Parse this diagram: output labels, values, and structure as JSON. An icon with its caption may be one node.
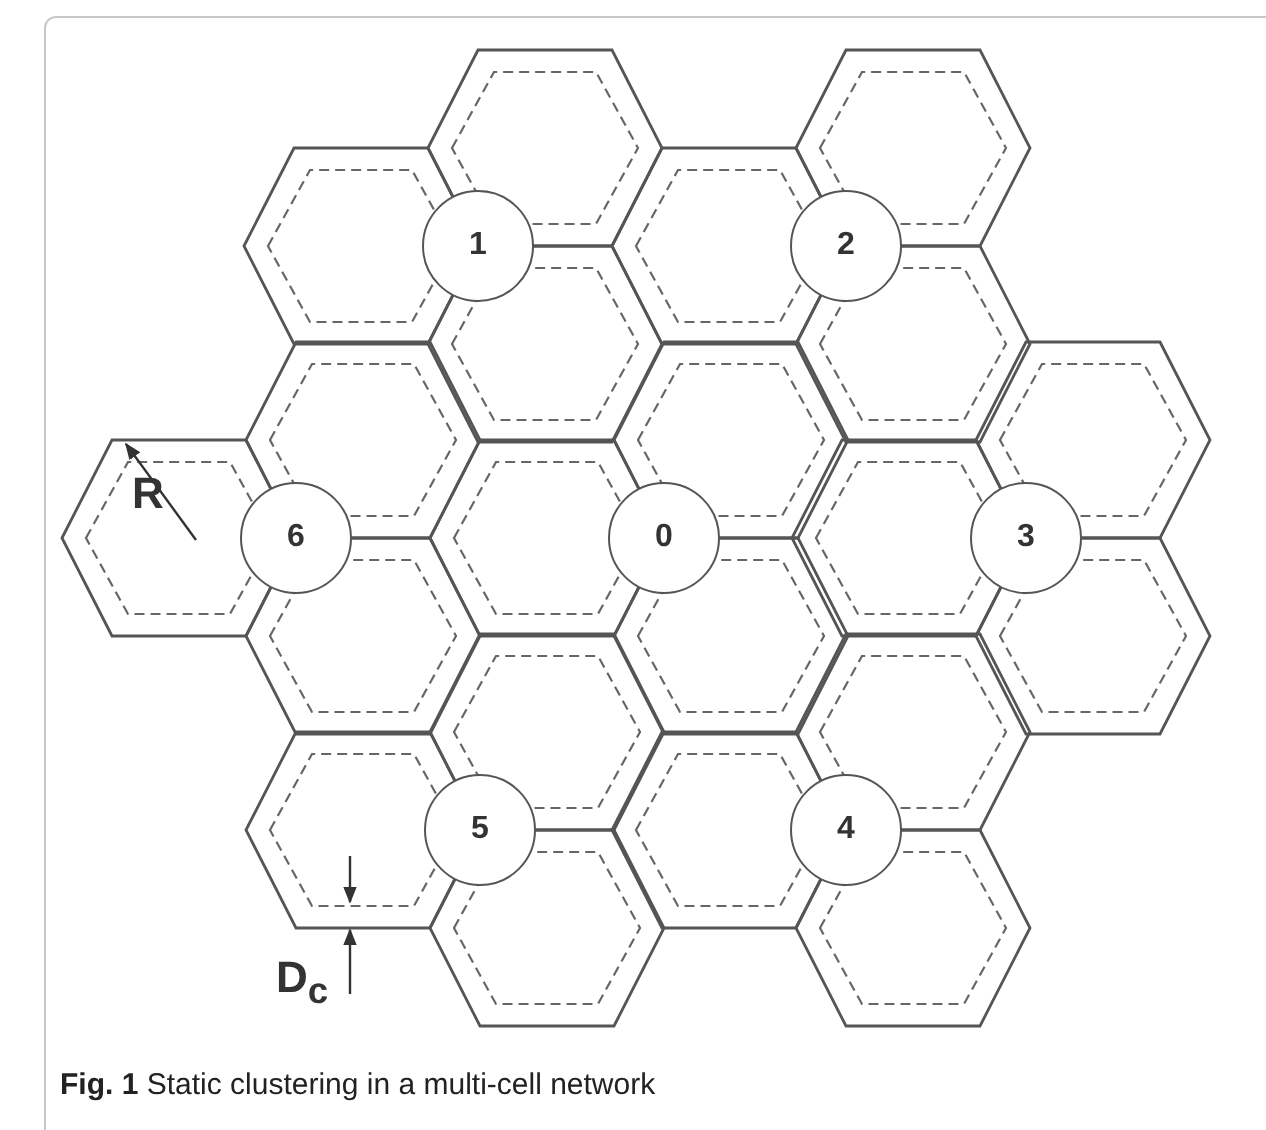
{
  "diagram": {
    "caption": "**Fig. 1** Static clustering in a multi-cell network",
    "nodes": [
      {
        "text": [
          "1"
        ]
      },
      {
        "text": [
          "2"
        ]
      },
      {
        "text": [
          "6"
        ]
      },
      {
        "text": [
          "0"
        ]
      },
      {
        "text": [
          "3"
        ]
      },
      {
        "text": [
          "5"
        ]
      },
      {
        "text": [
          "4"
        ]
      }
    ],
    "labels": [
      "R",
      "D$_{c}$"
    ]
  }
}
